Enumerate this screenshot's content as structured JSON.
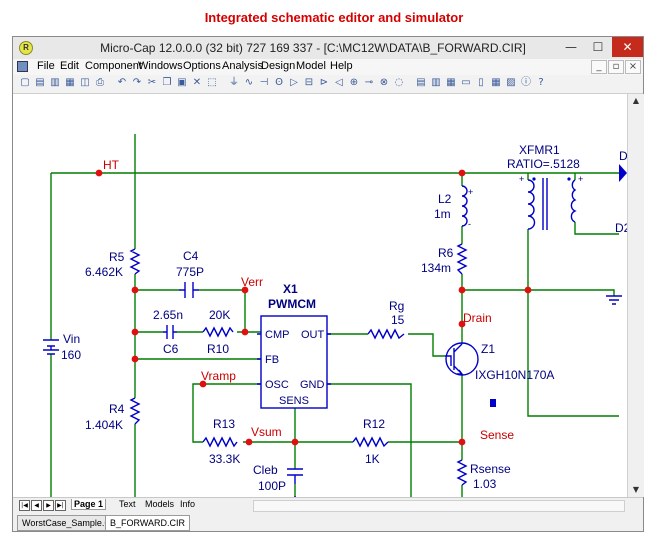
{
  "caption": "Integrated schematic editor and simulator",
  "window": {
    "title": "Micro-Cap 12.0.0.0 (32 bit) 727 169 337 - [C:\\MC12W\\DATA\\B_FORWARD.CIR]",
    "minimize": "—",
    "maximize": "☐",
    "close": "✕",
    "app_icon": "R"
  },
  "menu": [
    "File",
    "Edit",
    "Component",
    "Windows",
    "Options",
    "Analysis",
    "Design",
    "Model",
    "Help"
  ],
  "mdi_controls": [
    "_",
    "▫",
    "×"
  ],
  "toolbar_icons": [
    "new-icon",
    "open-icon",
    "save-icon",
    "save-all-icon",
    "print-preview-icon",
    "print-icon",
    "undo-icon",
    "redo-icon",
    "cut-icon",
    "copy-icon",
    "paste-icon",
    "delete-icon",
    "select-all-icon",
    "ground-icon",
    "resistor-icon",
    "capacitor-icon",
    "inductor-icon",
    "diode-icon",
    "battery-icon",
    "npn-icon",
    "opamp-icon",
    "source-icon",
    "switch-icon",
    "xfmr-icon",
    "bulb-icon",
    "cascade-icon",
    "tile-v-icon",
    "tile-h-icon",
    "window-icon",
    "close-window-icon",
    "component-panel-icon",
    "properties-icon",
    "info-icon",
    "help-icon"
  ],
  "schematic": {
    "labels": {
      "ht": "HT",
      "r5_name": "R5",
      "r5_value": "6.462K",
      "c4_name": "C4",
      "c4_value": "775P",
      "verr": "Verr",
      "x1_name": "X1",
      "x1_model": "PWMCM",
      "c6_value": "2.65n",
      "c6_name": "C6",
      "r10_value": "20K",
      "r10_name": "R10",
      "pin_cmp": "CMP",
      "pin_out": "OUT",
      "pin_fb": "FB",
      "pin_osc": "OSC",
      "pin_gnd": "GND",
      "pin_sens": "SENS",
      "vin_name": "Vin",
      "vin_value": "160",
      "vramp": "Vramp",
      "r4_name": "R4",
      "r4_value": "1.404K",
      "r13_name": "R13",
      "r13_value": "33.3K",
      "vsum": "Vsum",
      "r12_name": "R12",
      "r12_value": "1K",
      "cleb_name": "Cleb",
      "cleb_value": "100P",
      "l2_name": "L2",
      "l2_value": "1m",
      "r6_name": "R6",
      "r6_value": "134m",
      "rg_name": "Rg",
      "rg_value": "15",
      "drain": "Drain",
      "z1_name": "Z1",
      "z1_model": "IXGH10N170A",
      "sense": "Sense",
      "rsense_name": "Rsense",
      "rsense_value": "1.03",
      "xfmr_name": "XFMR1",
      "xfmr_ratio": "RATIO=.5128",
      "d_top": "D",
      "d2": "D2",
      "plus_top": "+",
      "minus_top": "-",
      "xfmr_plus_left": "+",
      "xfmr_plus_right": "+"
    },
    "colors": {
      "wire": "#007f00",
      "component": "#0000c8",
      "label_blue": "#000080",
      "node_label": "#c80000",
      "node_dot": "#e01010"
    }
  },
  "page_tabs": [
    "Page 1",
    "Text",
    "Models",
    "Info"
  ],
  "nav_buttons": [
    "|◀",
    "◀",
    "▶",
    "▶|"
  ],
  "file_tabs": [
    "WorstCase_Sample.CIR",
    "B_FORWARD.CIR"
  ],
  "vscroll": {
    "up": "▲",
    "down": "▼"
  }
}
